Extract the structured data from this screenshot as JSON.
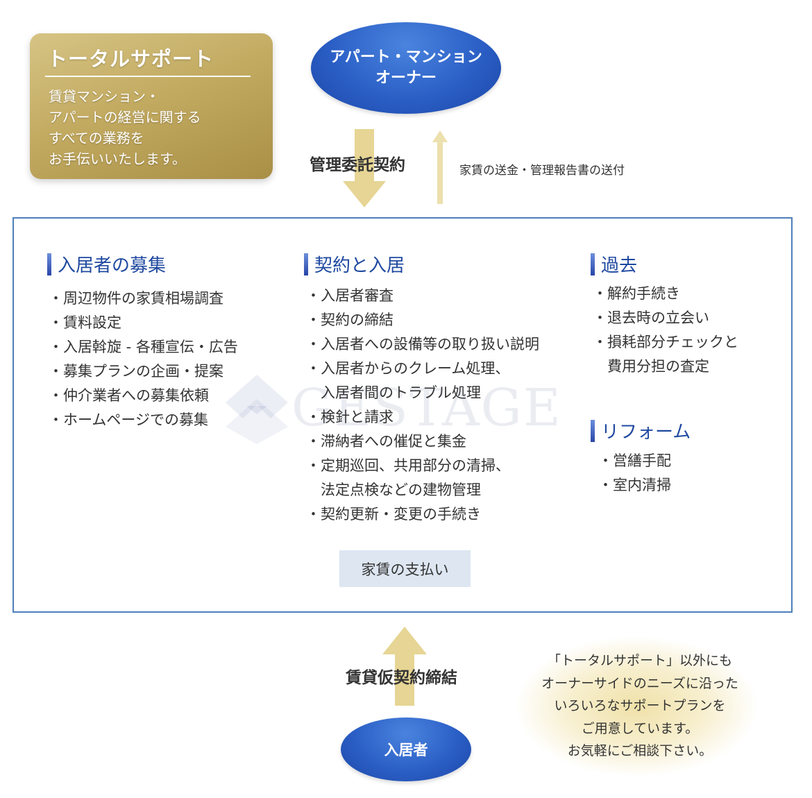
{
  "total_support": {
    "title": "トータルサポート",
    "lines": [
      "賃貸マンション・",
      "アパートの経営に関する",
      "すべての業務を",
      "お手伝いいたします。"
    ]
  },
  "owner": {
    "lines": [
      "アパート・マンション",
      "オーナー"
    ]
  },
  "flows": {
    "management_contract": "管理委託契約",
    "rent_remittance": "家賃の送金・管理報告書の送付",
    "provisional_contract": "賃貸仮契約締結"
  },
  "sections": [
    {
      "title": "入居者の募集",
      "items": [
        "・周辺物件の家賃相場調査",
        "・賃料設定",
        "・入居斡旋 - 各種宣伝・広告",
        "・募集プランの企画・提案",
        "・仲介業者への募集依頼",
        "・ホームページでの募集"
      ]
    },
    {
      "title": "契約と入居",
      "items": [
        "・入居者審査",
        "・契約の締結",
        "・入居者への設備等の取り扱い説明",
        "・入居者からのクレーム処理、",
        "　入居者間のトラブル処理",
        "・検針と請求",
        "・滞納者への催促と集金",
        "・定期巡回、共用部分の清掃、",
        "　法定点検などの建物管理",
        "・契約更新・変更の手続き"
      ]
    },
    {
      "title": "過去",
      "items": [
        "・解約手続き",
        "・退去時の立会い",
        "・損耗部分チェックと",
        "　費用分担の査定"
      ]
    },
    {
      "title": "リフォーム",
      "items": [
        "・営繕手配",
        "・室内清掃"
      ]
    }
  ],
  "watermark": "GESTAGE",
  "rent_payment": "家賃の支払い",
  "tenant": "入居者",
  "note": {
    "lines": [
      "「トータルサポート」以外にも",
      "オーナーサイドのニーズに沿った",
      "いろいろなサポートプランを",
      "ご用意しています。",
      "お気軽にご相談下さい。"
    ]
  },
  "colors": {
    "gold": "#c3ab62",
    "oval_blue": "#2b5fc6",
    "heading_blue": "#1f49a0",
    "box_border": "#4d7fba",
    "arrow_yellow": "#e6d594",
    "rent_box": "#dde6f1"
  }
}
